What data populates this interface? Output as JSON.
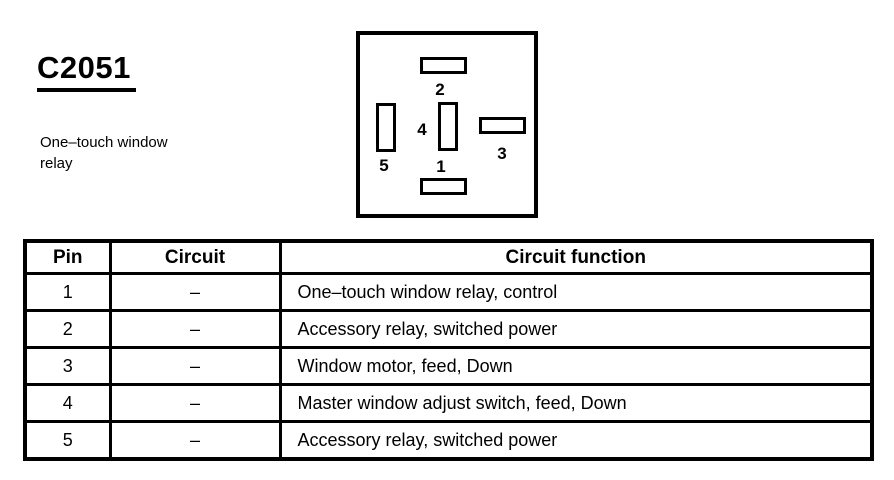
{
  "colors": {
    "ink": "#000000",
    "paper": "#ffffff"
  },
  "header": {
    "connector_id": "C2051",
    "description": "One–touch window relay"
  },
  "connector_diagram": {
    "pins": [
      {
        "label": "1"
      },
      {
        "label": "2"
      },
      {
        "label": "3"
      },
      {
        "label": "4"
      },
      {
        "label": "5"
      }
    ]
  },
  "table": {
    "headers": [
      "Pin",
      "Circuit",
      "Circuit function"
    ],
    "rows": [
      {
        "pin": "1",
        "circuit": "–",
        "function": "One–touch window relay, control"
      },
      {
        "pin": "2",
        "circuit": "–",
        "function": "Accessory relay, switched power"
      },
      {
        "pin": "3",
        "circuit": "–",
        "function": "Window motor, feed, Down"
      },
      {
        "pin": "4",
        "circuit": "–",
        "function": "Master window adjust switch, feed, Down"
      },
      {
        "pin": "5",
        "circuit": "–",
        "function": "Accessory relay, switched power"
      }
    ]
  }
}
